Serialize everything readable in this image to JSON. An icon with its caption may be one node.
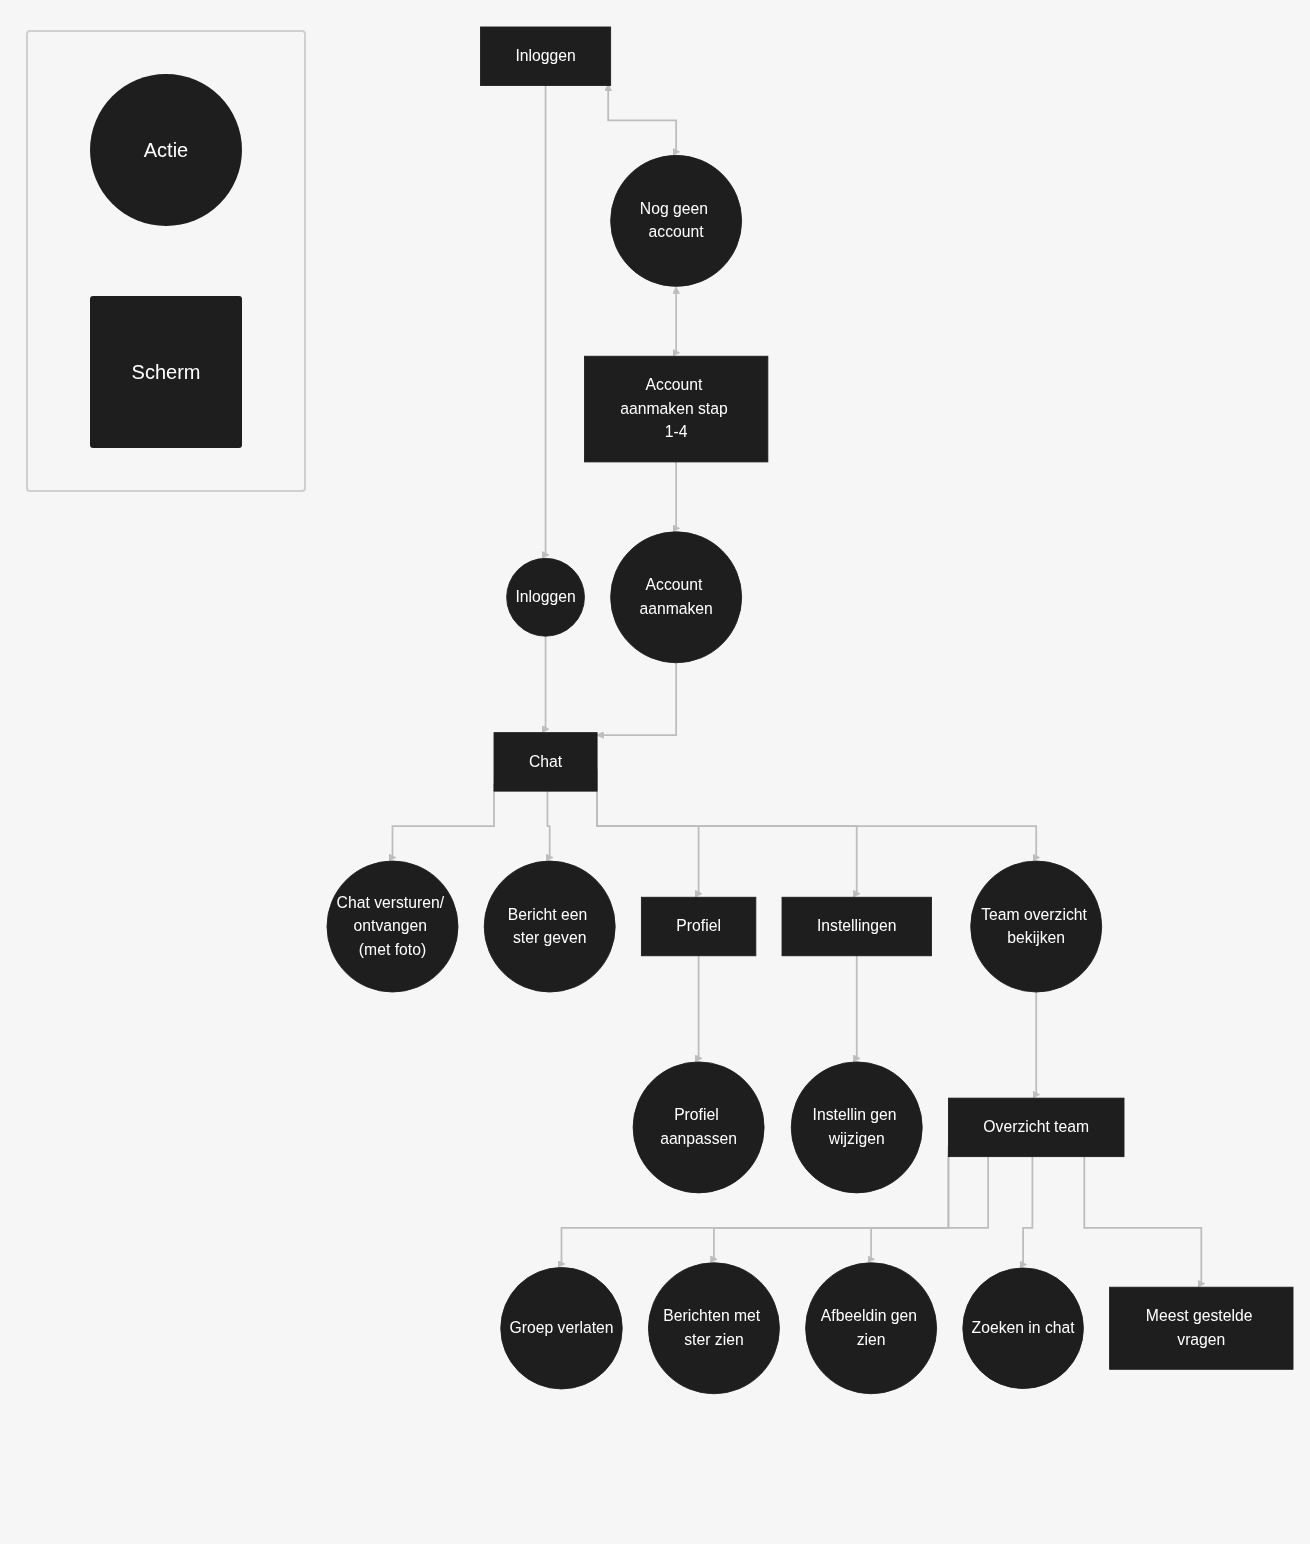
{
  "diagram": {
    "nodes": [
      {
        "text": [
          "Inloggen"
        ]
      },
      {
        "text": [
          "Nog geen account"
        ]
      },
      {
        "text": [
          "Account aanmaken stap 1-4"
        ]
      },
      {
        "text": [
          "Inloggen"
        ]
      },
      {
        "text": [
          "Account aanmaken"
        ]
      },
      {
        "text": [
          "Chat versturen/ ontvangen (met foto)"
        ]
      },
      {
        "text": [
          "Chat"
        ]
      },
      {
        "text": [
          "Bericht een ster geven"
        ]
      },
      {
        "text": [
          "Profiel"
        ]
      },
      {
        "text": [
          "Instellingen"
        ]
      },
      {
        "text": [
          "Team overzicht bekijken"
        ]
      },
      {
        "text": [
          "Groep verlaten"
        ]
      },
      {
        "text": [
          "Profiel aanpassen"
        ]
      },
      {
        "text": [
          "Instellin gen wijzigen"
        ]
      },
      {
        "text": [
          "Overzicht team"
        ]
      },
      {
        "text": [
          "Berichten met ster zien"
        ]
      },
      {
        "text": [
          "Meest gestelde vragen"
        ]
      },
      {
        "text": [
          "Afbeeldin gen zien"
        ]
      },
      {
        "text": [
          "Zoeken in chat"
        ]
      }
    ],
    "edges": [
      {
        "from": 0,
        "to": 1,
        "arrow": "both"
      },
      {
        "from": 1,
        "to": 2,
        "arrow": "both"
      },
      {
        "from": 0,
        "to": 3,
        "arrow": "to"
      },
      {
        "from": 2,
        "to": 4,
        "arrow": "to"
      },
      {
        "from": 3,
        "to": 6,
        "arrow": "to"
      },
      {
        "from": 4,
        "to": 6,
        "arrow": "to"
      },
      {
        "from": 6,
        "to": 5,
        "arrow": "to"
      },
      {
        "from": 6,
        "to": 7,
        "arrow": "to"
      },
      {
        "from": 6,
        "to": 8,
        "arrow": "to"
      },
      {
        "from": 6,
        "to": 9,
        "arrow": "to"
      },
      {
        "from": 6,
        "to": 10,
        "arrow": "to"
      },
      {
        "from": 8,
        "to": 12,
        "arrow": "to"
      },
      {
        "from": 9,
        "to": 13,
        "arrow": "to"
      },
      {
        "from": 10,
        "to": 14,
        "arrow": "to"
      },
      {
        "from": 14,
        "to": 11,
        "arrow": "to"
      },
      {
        "from": 14,
        "to": 15,
        "arrow": "to"
      },
      {
        "from": 14,
        "to": 17,
        "arrow": "to"
      },
      {
        "from": 14,
        "to": 18,
        "arrow": "to"
      },
      {
        "from": 14,
        "to": 16,
        "arrow": "to"
      }
    ],
    "legend": [
      {
        "text": "Actie"
      },
      {
        "text": "Scherm"
      }
    ]
  }
}
